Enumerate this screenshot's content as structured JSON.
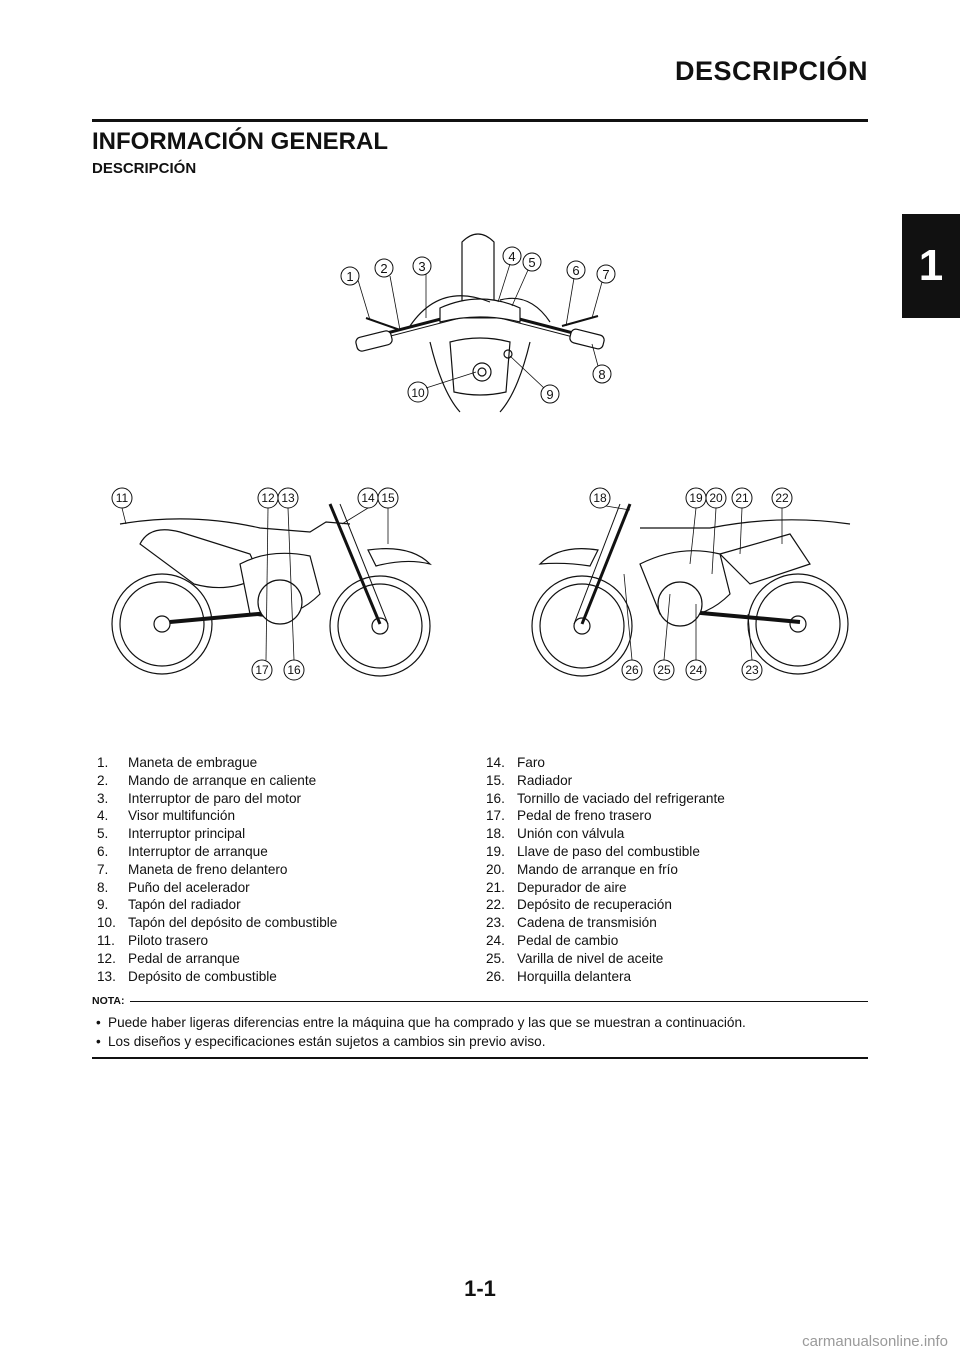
{
  "header": {
    "title": "DESCRIPCIÓN"
  },
  "section": {
    "title": "INFORMACIÓN GENERAL",
    "subtitle": "DESCRIPCIÓN"
  },
  "chapter_tab": "1",
  "figure_top_callouts": [
    "1",
    "2",
    "3",
    "4",
    "5",
    "6",
    "7",
    "8",
    "9",
    "10"
  ],
  "figure_bottom_callouts": [
    "11",
    "12",
    "13",
    "14",
    "15",
    "16",
    "17",
    "18",
    "19",
    "20",
    "21",
    "22",
    "23",
    "24",
    "25",
    "26"
  ],
  "parts_left": [
    {
      "num": "1.",
      "label": "Maneta de embrague"
    },
    {
      "num": "2.",
      "label": "Mando de arranque en caliente"
    },
    {
      "num": "3.",
      "label": "Interruptor de paro del motor"
    },
    {
      "num": "4.",
      "label": "Visor multifunción"
    },
    {
      "num": "5.",
      "label": "Interruptor principal"
    },
    {
      "num": "6.",
      "label": "Interruptor de arranque"
    },
    {
      "num": "7.",
      "label": "Maneta de freno delantero"
    },
    {
      "num": "8.",
      "label": "Puño del acelerador"
    },
    {
      "num": "9.",
      "label": "Tapón del radiador"
    },
    {
      "num": "10.",
      "label": "Tapón del depósito de combustible"
    },
    {
      "num": "11.",
      "label": "Piloto trasero"
    },
    {
      "num": "12.",
      "label": "Pedal de arranque"
    },
    {
      "num": "13.",
      "label": "Depósito de combustible"
    }
  ],
  "parts_right": [
    {
      "num": "14.",
      "label": "Faro"
    },
    {
      "num": "15.",
      "label": "Radiador"
    },
    {
      "num": "16.",
      "label": "Tornillo de vaciado del refrigerante"
    },
    {
      "num": "17.",
      "label": "Pedal de freno trasero"
    },
    {
      "num": "18.",
      "label": "Unión con válvula"
    },
    {
      "num": "19.",
      "label": "Llave de paso del combustible"
    },
    {
      "num": "20.",
      "label": "Mando de arranque en frío"
    },
    {
      "num": "21.",
      "label": "Depurador de aire"
    },
    {
      "num": "22.",
      "label": "Depósito de recuperación"
    },
    {
      "num": "23.",
      "label": "Cadena de transmisión"
    },
    {
      "num": "24.",
      "label": "Pedal de cambio"
    },
    {
      "num": "25.",
      "label": "Varilla de nivel de aceite"
    },
    {
      "num": "26.",
      "label": "Horquilla delantera"
    }
  ],
  "nota": {
    "label": "NOTA:",
    "bullets": [
      "Puede haber ligeras diferencias entre la máquina que ha comprado y las que se muestran a continuación.",
      "Los diseños y especificaciones están sujetos a cambios sin previo aviso."
    ],
    "bullet_char": "•"
  },
  "page_number": "1-1",
  "watermark": "carmanualsonline.info"
}
